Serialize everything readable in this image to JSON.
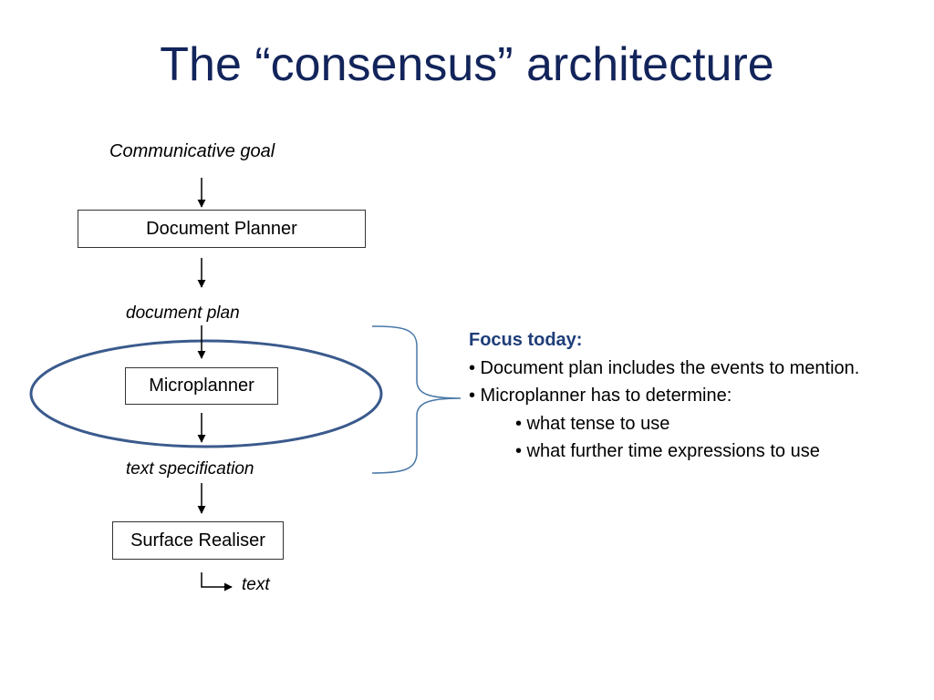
{
  "slide": {
    "title": "The “consensus” architecture"
  },
  "diagram": {
    "input_label": "Communicative goal",
    "stages": [
      {
        "label": "Document Planner",
        "output": "document plan"
      },
      {
        "label": "Microplanner",
        "output": "text specification"
      },
      {
        "label": "Surface Realiser",
        "output": "text"
      }
    ],
    "highlighted_stage": "Microplanner"
  },
  "focus": {
    "heading": "Focus today:",
    "bullets": [
      {
        "text": "• Document plan includes the events to mention."
      },
      {
        "text": "• Microplanner has to determine:"
      }
    ],
    "sub_bullets": [
      {
        "text": "• what tense to use"
      },
      {
        "text": "• what further time expressions to use"
      }
    ]
  },
  "colors": {
    "title": "#12245a",
    "heading": "#1f3d78",
    "ellipse": "#3a5a8c",
    "brace": "#4a78a8"
  }
}
